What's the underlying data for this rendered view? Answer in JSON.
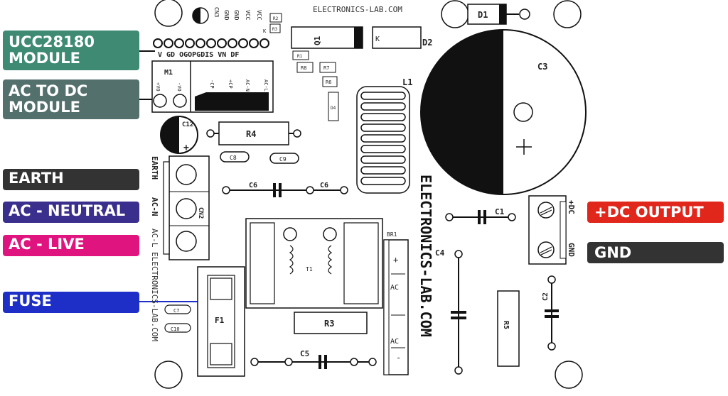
{
  "callouts": {
    "ucc": {
      "line1": "UCC28180",
      "line2": "MODULE",
      "color": "#3e8a73"
    },
    "acdc": {
      "line1": "AC TO DC",
      "line2": "MODULE",
      "color": "#53706c"
    },
    "earth": {
      "text": "EARTH",
      "color": "#333333"
    },
    "neutral": {
      "text": "AC - NEUTRAL",
      "color": "#3a2f8d"
    },
    "live": {
      "text": "AC - LIVE",
      "color": "#e0147f"
    },
    "fuse": {
      "text": "FUSE",
      "color": "#1d2fc6"
    },
    "dc_out": {
      "text": "+DC OUTPUT",
      "color": "#e1261c"
    },
    "gnd": {
      "text": "GND",
      "color": "#333333"
    }
  },
  "board": {
    "site_top": "ELECTRONICS-LAB.COM",
    "site_vertical": "ELECTRONICS-LAB.COM",
    "site_left": "AC-L ELECTRONICS-LAB.COM",
    "cn3": "CN3",
    "cn3_pins": [
      "GND",
      "GND",
      "VCC",
      "VCC"
    ],
    "header_pins_label": "V GD OGOPGDIS VN DF",
    "k": "K",
    "m1": "M1",
    "m1_pins": [
      "+VO",
      "-VO",
      "-CP",
      "+CP",
      "AC-N",
      "AC-L"
    ],
    "refs": {
      "q1": "Q1",
      "d1": "D1",
      "d2": "D2",
      "c3": "C3",
      "l1": "L1",
      "r1": "R1",
      "r2": "R2",
      "r3_small": "R3",
      "r4": "R4",
      "r6": "R6",
      "r7": "R7",
      "r8": "R8",
      "d4": "D4",
      "c12": "C12",
      "c8": "C8",
      "c9": "C9",
      "c6a": "C6",
      "c6b": "C6",
      "cn2": "CN2",
      "t1": "T1",
      "br1": "BR1",
      "br_plus": "+",
      "br_ac1": "AC",
      "br_ac2": "AC",
      "br_minus": "-",
      "c1": "C1",
      "c4": "C4",
      "c2": "C2",
      "r5": "R5",
      "r3": "R3",
      "c5": "C5",
      "f1": "F1",
      "c7": "C7",
      "c10": "C10",
      "plus": "+"
    },
    "side_labels": {
      "earth": "EARTH",
      "acn": "AC-N",
      "acl": "AC-L"
    },
    "terminal_labels": {
      "dc": "+DC",
      "gnd": "GND"
    }
  }
}
